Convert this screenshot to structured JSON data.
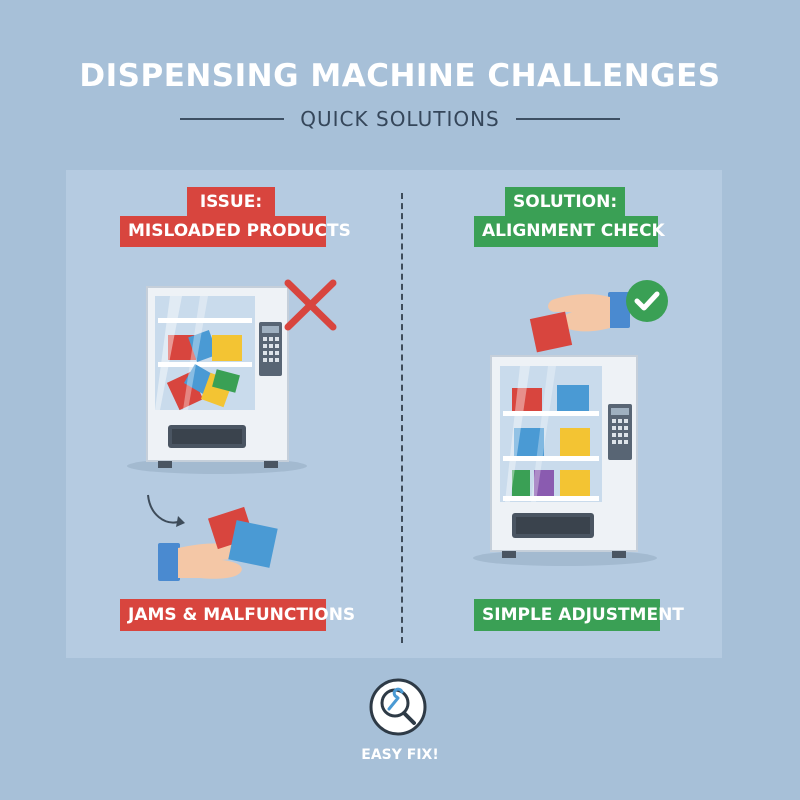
{
  "header": {
    "title": "DISPENSING MACHINE CHALLENGES",
    "subtitle": "QUICK SOLUTIONS"
  },
  "issue": {
    "tag": "ISSUE:",
    "label": "MISLOADED PRODUCTS",
    "bottom_label": "JAMS & MALFUNCTIONS",
    "mark_icon": "x-mark-icon"
  },
  "solution": {
    "tag": "SOLUTION:",
    "label": "ALIGNMENT CHECK",
    "bottom_label": "SIMPLE ADJUSTMENT",
    "mark_icon": "check-circle-icon"
  },
  "footer": {
    "icon": "wrench-magnifier-icon",
    "label": "EASY FIX!"
  },
  "colors": {
    "background": "#a7c0d8",
    "panel": "#b5cbe1",
    "issue_red": "#d8453e",
    "solution_green": "#3aa055"
  }
}
